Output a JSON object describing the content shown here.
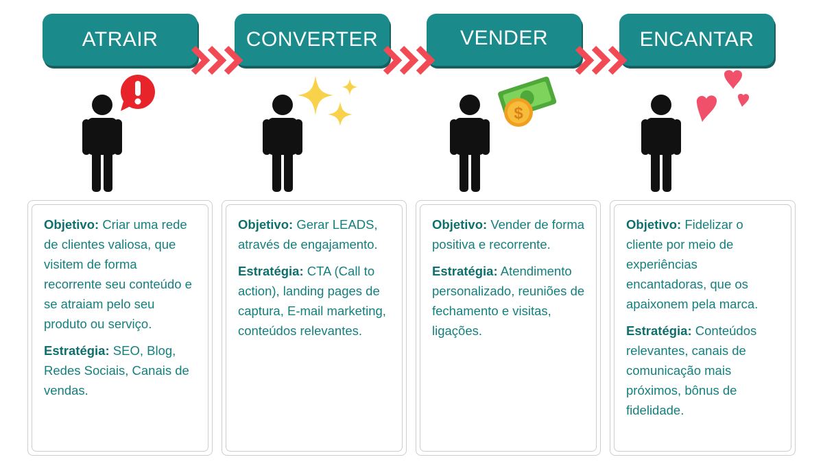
{
  "colors": {
    "stage_bg": "#1a8a8b",
    "arrow": "#f24a55",
    "text": "#14807e",
    "label": "#0f6f6d",
    "figure": "#111111",
    "border": "#c9ced1"
  },
  "stages": [
    {
      "title": "ATRAIR",
      "icon": "exclamation-bubble-icon",
      "objective_label": "Objetivo:",
      "objective_text": "Criar uma rede de clientes valiosa, que visitem de forma recorrente seu conteúdo e se atraiam pelo seu produto ou serviço.",
      "strategy_label": "Estratégia:",
      "strategy_text": "SEO, Blog, Redes Sociais, Canais de vendas."
    },
    {
      "title": "CONVERTER",
      "icon": "sparkles-icon",
      "objective_label": "Objetivo:",
      "objective_text": "Gerar LEADS, através de engajamento.",
      "strategy_label": "Estratégia:",
      "strategy_text": "CTA (Call to action), landing pages de captura, E-mail marketing, conteúdos relevantes."
    },
    {
      "title": "VENDER",
      "icon": "money-icon",
      "objective_label": "Objetivo:",
      "objective_text": "Vender de forma positiva e recorrente.",
      "strategy_label": "Estratégia:",
      "strategy_text": "Atendimento personalizado, reuniões de fechamento e visitas, ligações."
    },
    {
      "title": "ENCANTAR",
      "icon": "hearts-icon",
      "objective_label": "Objetivo:",
      "objective_text": "Fidelizar o cliente por meio de experiências encantadoras, que os apaixonem pela marca.",
      "strategy_label": "Estratégia:",
      "strategy_text": "Conteúdos relevantes, canais de comunicação mais próximos, bônus de fidelidade."
    }
  ]
}
